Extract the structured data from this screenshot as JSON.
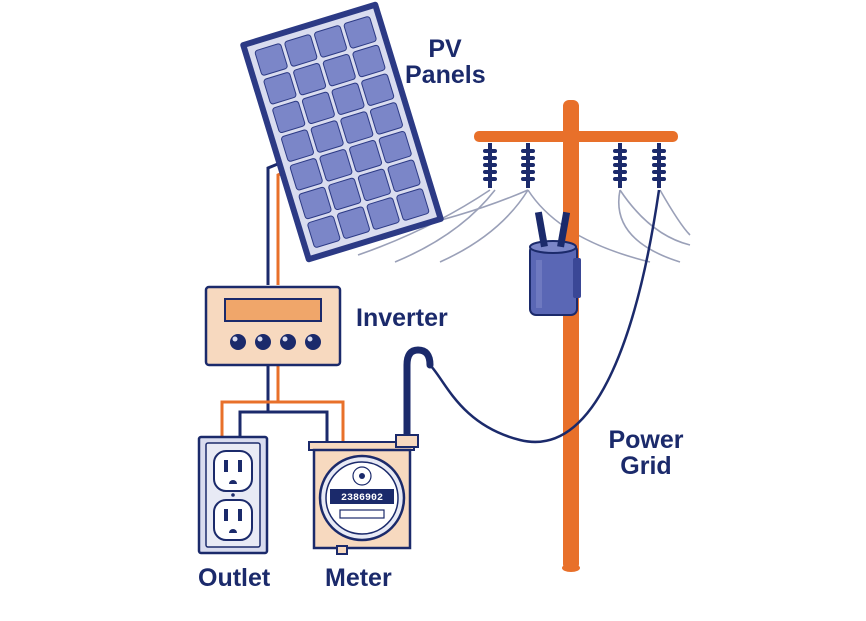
{
  "labels": {
    "pv_line1": "PV",
    "pv_line2": "Panels",
    "inverter": "Inverter",
    "grid_line1": "Power",
    "grid_line2": "Grid",
    "outlet": "Outlet",
    "meter": "Meter"
  },
  "meter": {
    "reading": "2386902"
  },
  "colors": {
    "navy": "#1b2a6b",
    "orange": "#e8702a",
    "panel_cell": "#7b86c8",
    "panel_frame": "#2c3a85",
    "box_fill": "#f7d9bf",
    "outlet_fill": "#d9dcef",
    "wire_gray": "#9aa0b8"
  }
}
